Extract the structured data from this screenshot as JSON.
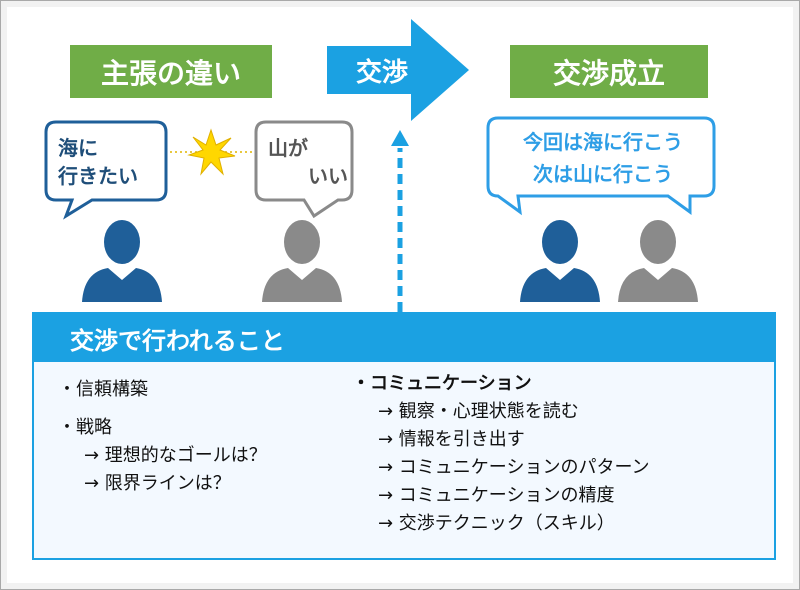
{
  "labels": {
    "claims": "主張の違い",
    "negotiation": "交渉",
    "success": "交渉成立"
  },
  "bubbles": {
    "person_a": [
      "海に",
      "行きたい"
    ],
    "person_b": [
      "山が",
      "いい"
    ],
    "agreement": [
      "今回は海に行こう",
      "次は山に行こう"
    ]
  },
  "panel": {
    "title": "交渉で行われること",
    "left": {
      "item1": "・信頼構築",
      "item2": "・戦略",
      "item2_subs": [
        "→ 理想的なゴールは？",
        "→ 限界ラインは？"
      ]
    },
    "right": {
      "item": "・コミュニケーション",
      "subs": [
        "→ 観察・心理状態を読む",
        "→ 情報を引き出す",
        "→ コミュニケーションのパターン",
        "→ コミュニケーションの精度",
        "→ 交渉テクニック（スキル）"
      ]
    }
  },
  "colors": {
    "green": "#70ad47",
    "blue_accent": "#1ba1e2",
    "dark_blue": "#1f5f99",
    "gray": "#8a8a8a",
    "spark_yellow": "#ffd700"
  },
  "icons": {
    "conflict": "spark-icon",
    "person": "person-icon",
    "arrow": "right-arrow-icon"
  }
}
